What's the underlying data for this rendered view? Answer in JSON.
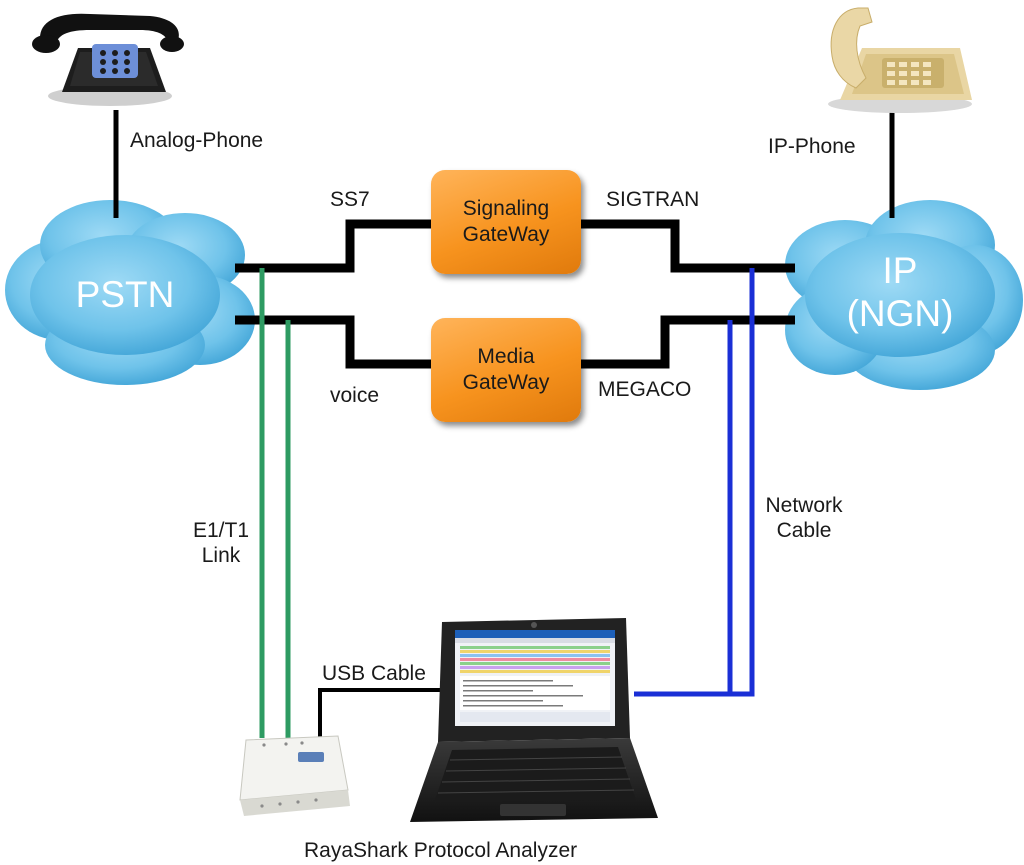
{
  "phones": {
    "analog_label": "Analog-Phone",
    "ip_label": "IP-Phone"
  },
  "clouds": {
    "pstn": "PSTN",
    "ip_line1": "IP",
    "ip_line2": "(NGN)"
  },
  "gateways": {
    "signaling": [
      "Signaling",
      "GateWay"
    ],
    "media": [
      "Media",
      "GateWay"
    ]
  },
  "links": {
    "ss7": "SS7",
    "sigtran": "SIGTRAN",
    "voice": "voice",
    "megaco": "MEGACO",
    "e1t1": [
      "E1/T1",
      "Link"
    ],
    "network_cable": [
      "Network",
      "Cable"
    ],
    "usb_cable": "USB Cable"
  },
  "caption": "RayaShark Protocol Analyzer",
  "colors": {
    "cloud": "#6fc3ea",
    "gateway": "#f7931e",
    "e1_link": "#2e9b62",
    "network_link": "#1a2fd6",
    "black_link": "#000000"
  }
}
